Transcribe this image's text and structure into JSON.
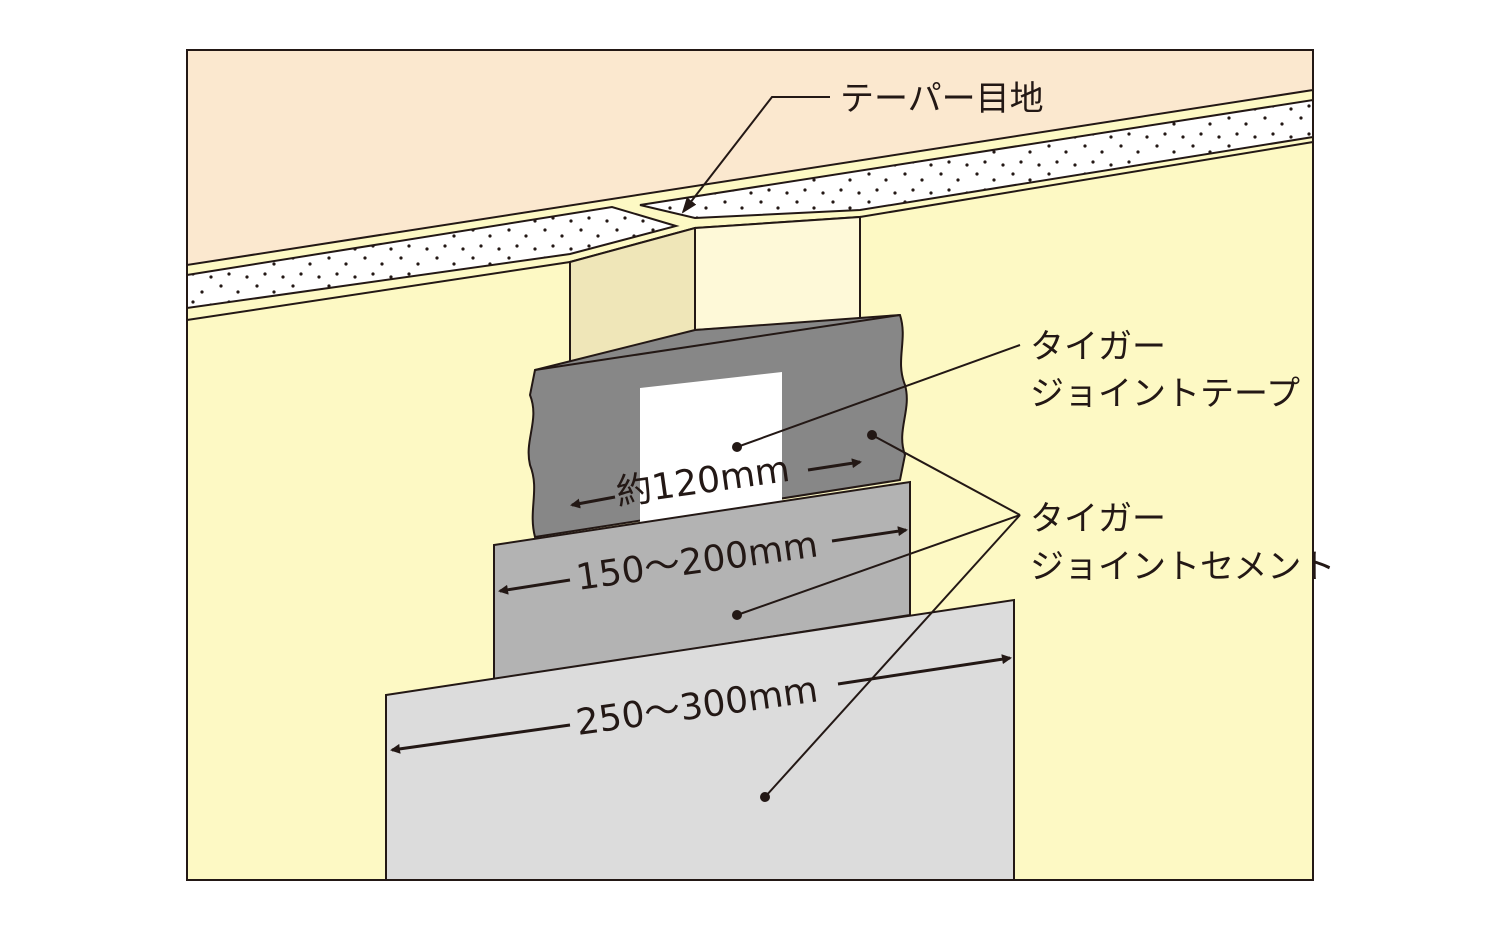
{
  "labels": {
    "taper_joint": "テーパー目地",
    "tape_line1": "タイガー",
    "tape_line2": "ジョイントテープ",
    "cement_line1": "タイガー",
    "cement_line2": "ジョイントセメント"
  },
  "dimensions": {
    "tape_width": "約120mm",
    "first_coat_width": "150〜200mm",
    "second_coat_width": "250〜300mm"
  },
  "colors": {
    "ceiling": "#fbe8cf",
    "wall": "#fdf9c4",
    "recess_left": "#efe6b8",
    "recess_right": "#fef9d8",
    "tape": "#878787",
    "cement_first": "#b3b3b3",
    "cement_second": "#dcdcdc",
    "line": "#231815"
  }
}
